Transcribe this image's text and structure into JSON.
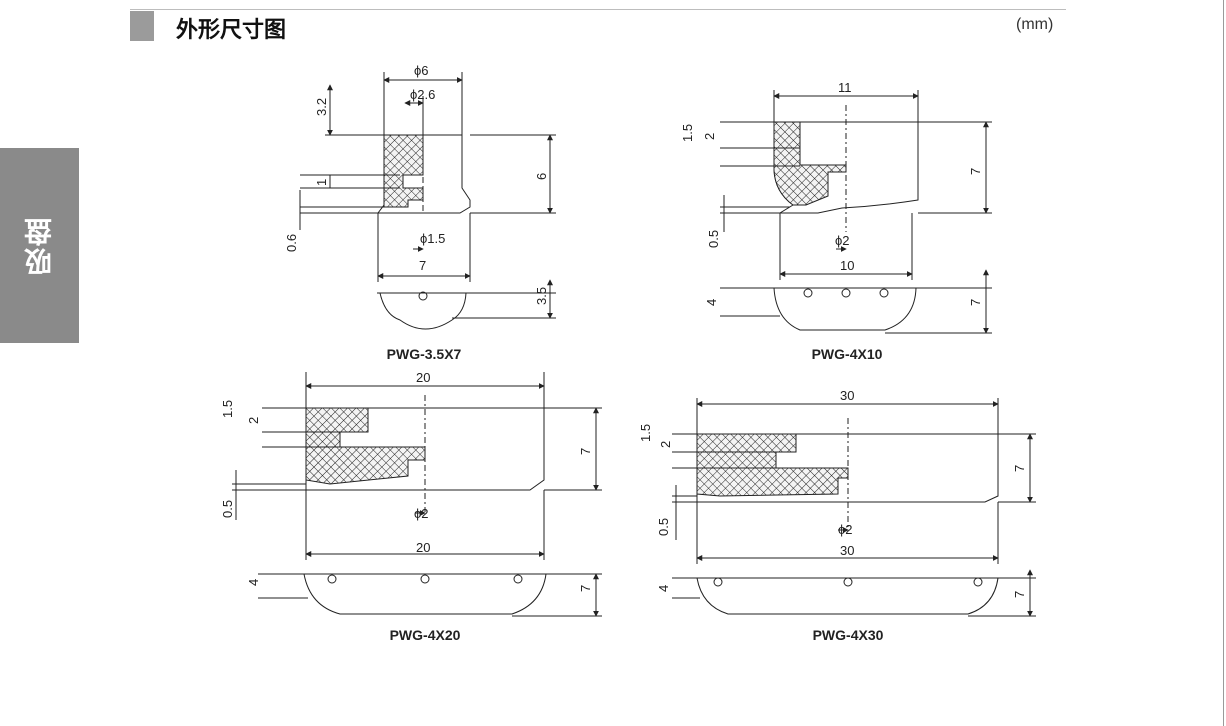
{
  "side_tab": {
    "label": "吸盘"
  },
  "header": {
    "title": "外形尺寸图",
    "unit": "(mm)"
  },
  "models": [
    {
      "name": "PWG-3.5X7",
      "dims": {
        "top_phi": "ϕ6",
        "inner_phi": "ϕ2.6",
        "d1": "3.2",
        "d2": "1",
        "d3": "0.6",
        "height": "6",
        "hole_phi": "ϕ1.5",
        "width": "7",
        "plan_height": "3.5"
      }
    },
    {
      "name": "PWG-4X10",
      "dims": {
        "top_width": "11",
        "d1": "1.5",
        "d2": "2",
        "height": "7",
        "d3": "0.5",
        "hole_phi": "ϕ2",
        "width": "10",
        "plan_left": "4",
        "plan_height": "7"
      }
    },
    {
      "name": "PWG-4X20",
      "dims": {
        "top_width": "20",
        "d1": "1.5",
        "d2": "2",
        "height": "7",
        "d3": "0.5",
        "hole_phi": "ϕ2",
        "width": "20",
        "plan_left": "4",
        "plan_height": "7"
      }
    },
    {
      "name": "PWG-4X30",
      "dims": {
        "top_width": "30",
        "d1": "1.5",
        "d2": "2",
        "height": "7",
        "d3": "0.5",
        "hole_phi": "ϕ2",
        "width": "30",
        "plan_left": "4",
        "plan_height": "7"
      }
    }
  ]
}
